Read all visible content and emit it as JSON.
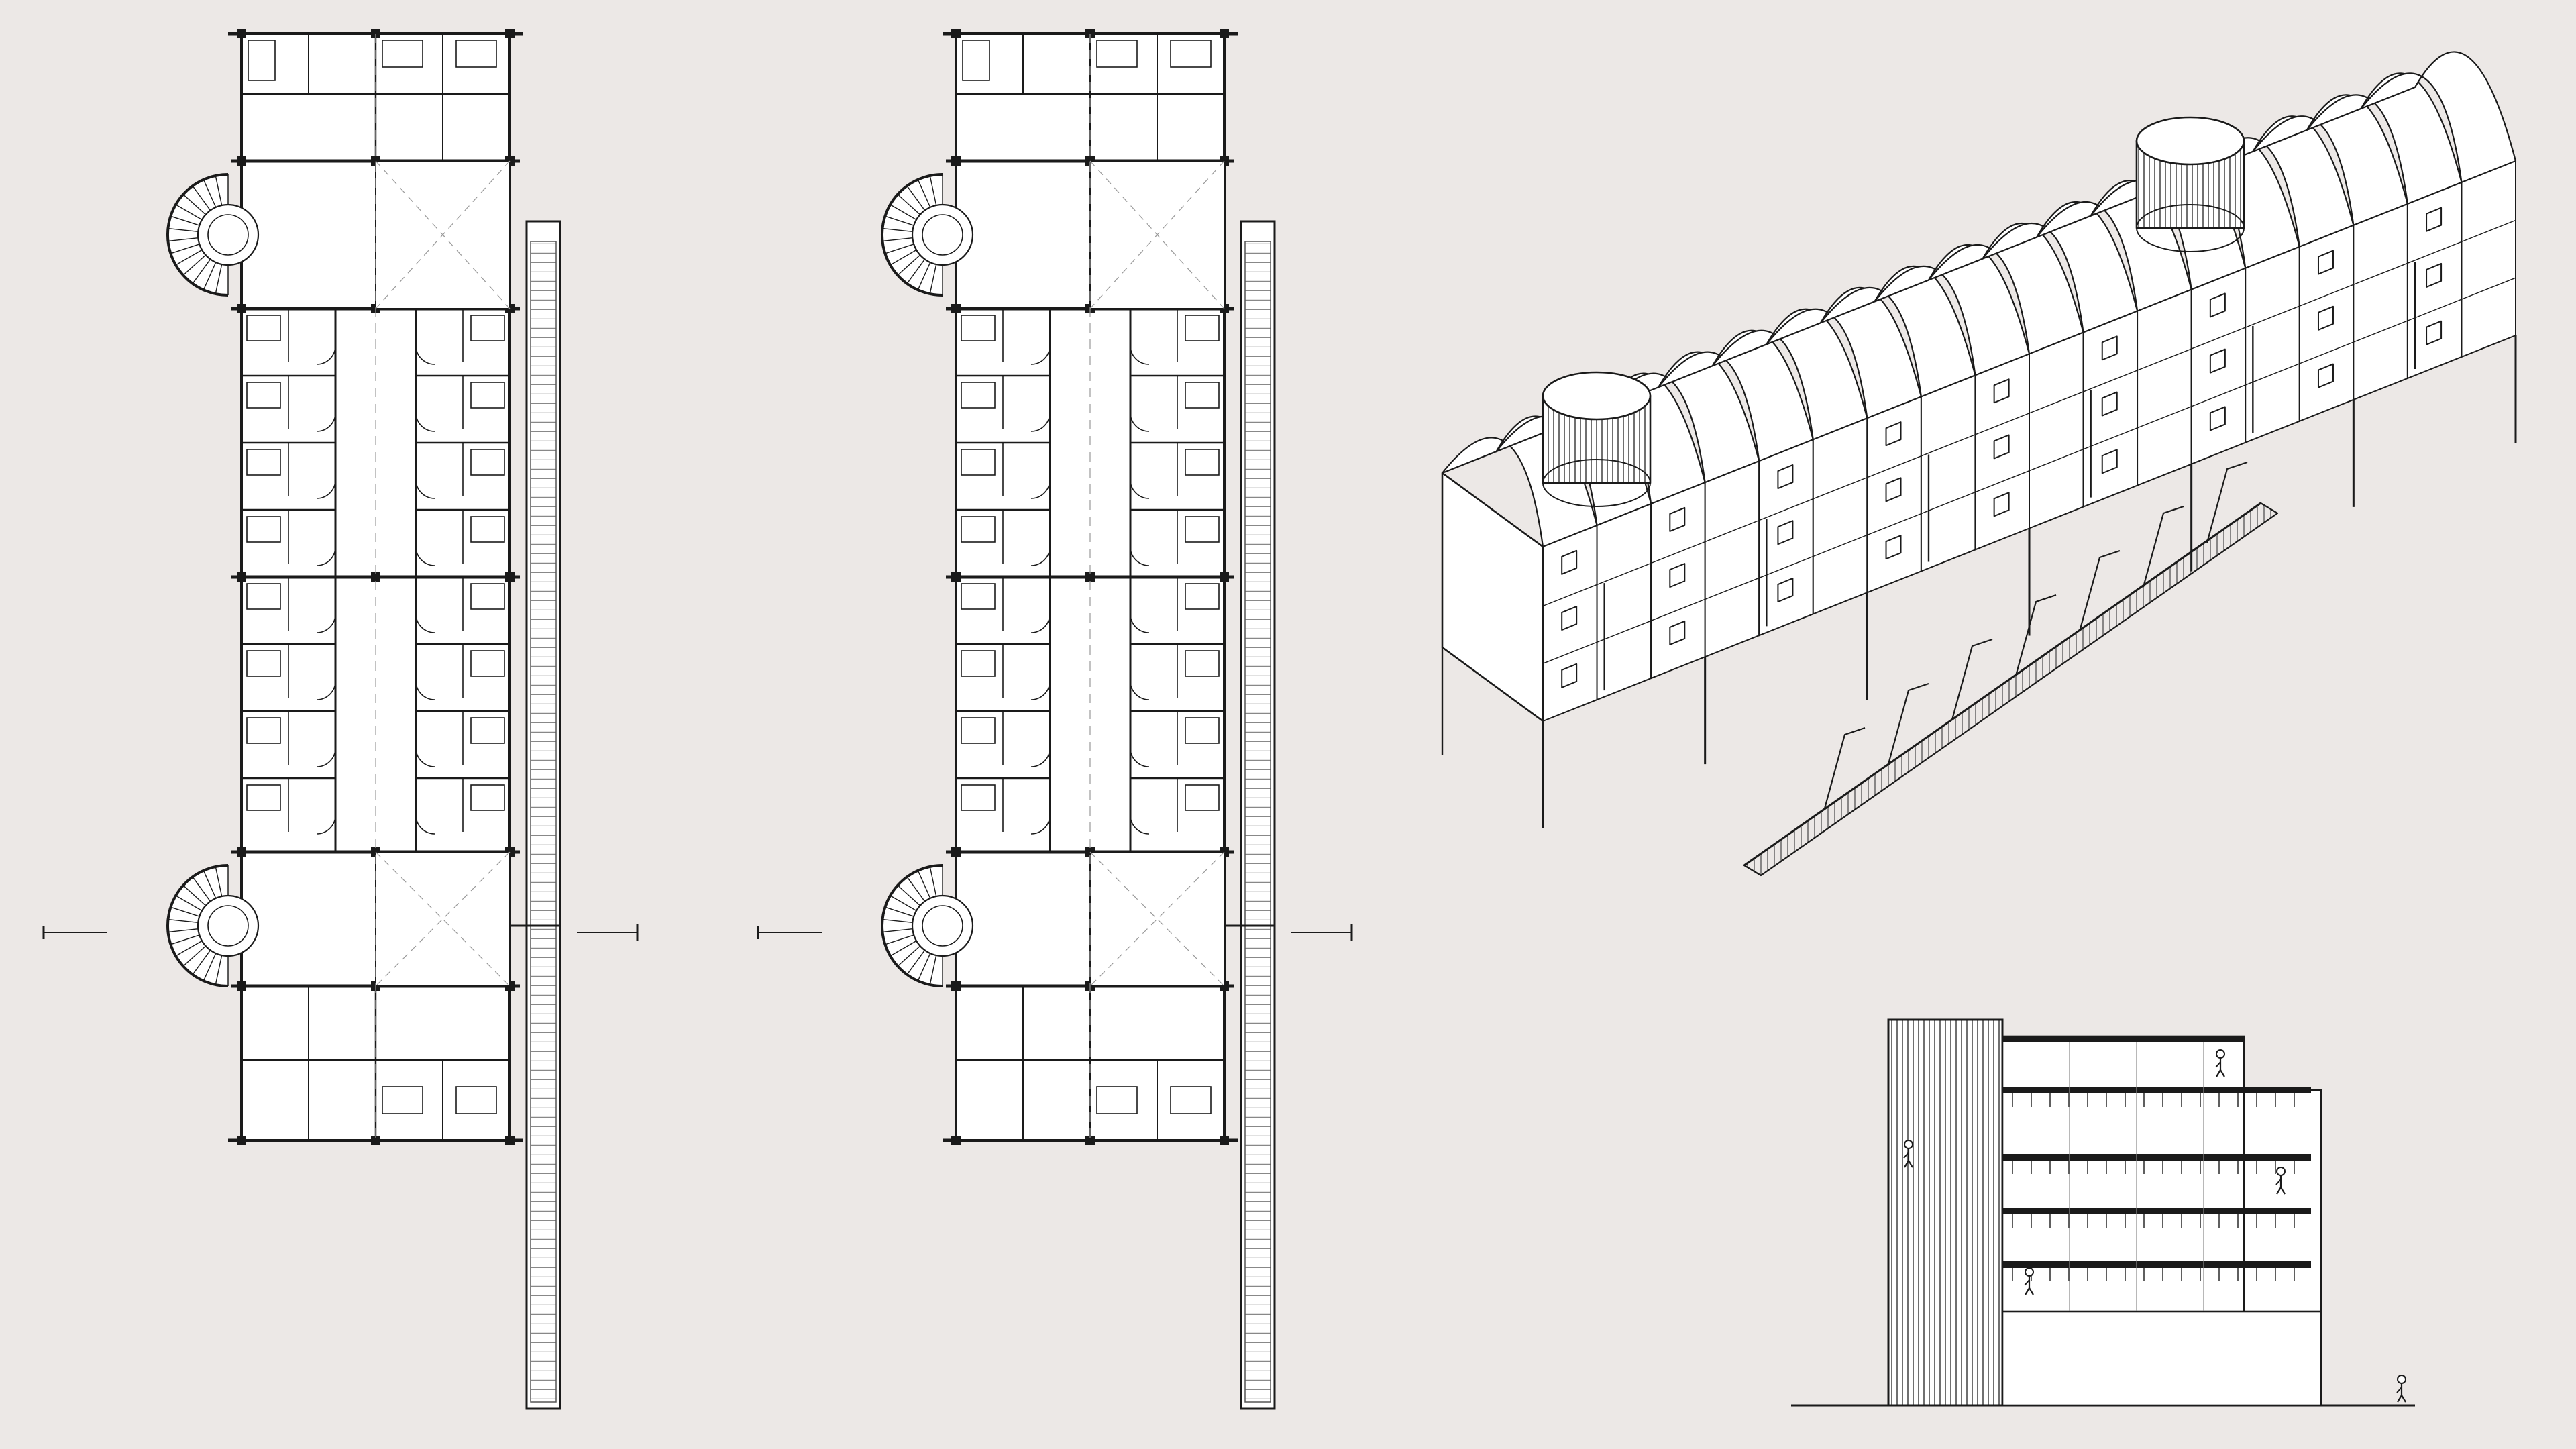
{
  "sheet": {
    "background": "#ece8e6",
    "line_color": "#1a1a1a",
    "fill_color": "#ffffff",
    "grey_line": "#8a8a8a"
  },
  "drawings": [
    {
      "id": "plan-level-1",
      "kind": "floor plan",
      "icon": "floor-plan"
    },
    {
      "id": "plan-level-2",
      "kind": "floor plan",
      "icon": "floor-plan"
    },
    {
      "id": "axonometric",
      "kind": "axonometric view",
      "icon": "axonometric"
    },
    {
      "id": "section",
      "kind": "building section",
      "icon": "section"
    }
  ]
}
